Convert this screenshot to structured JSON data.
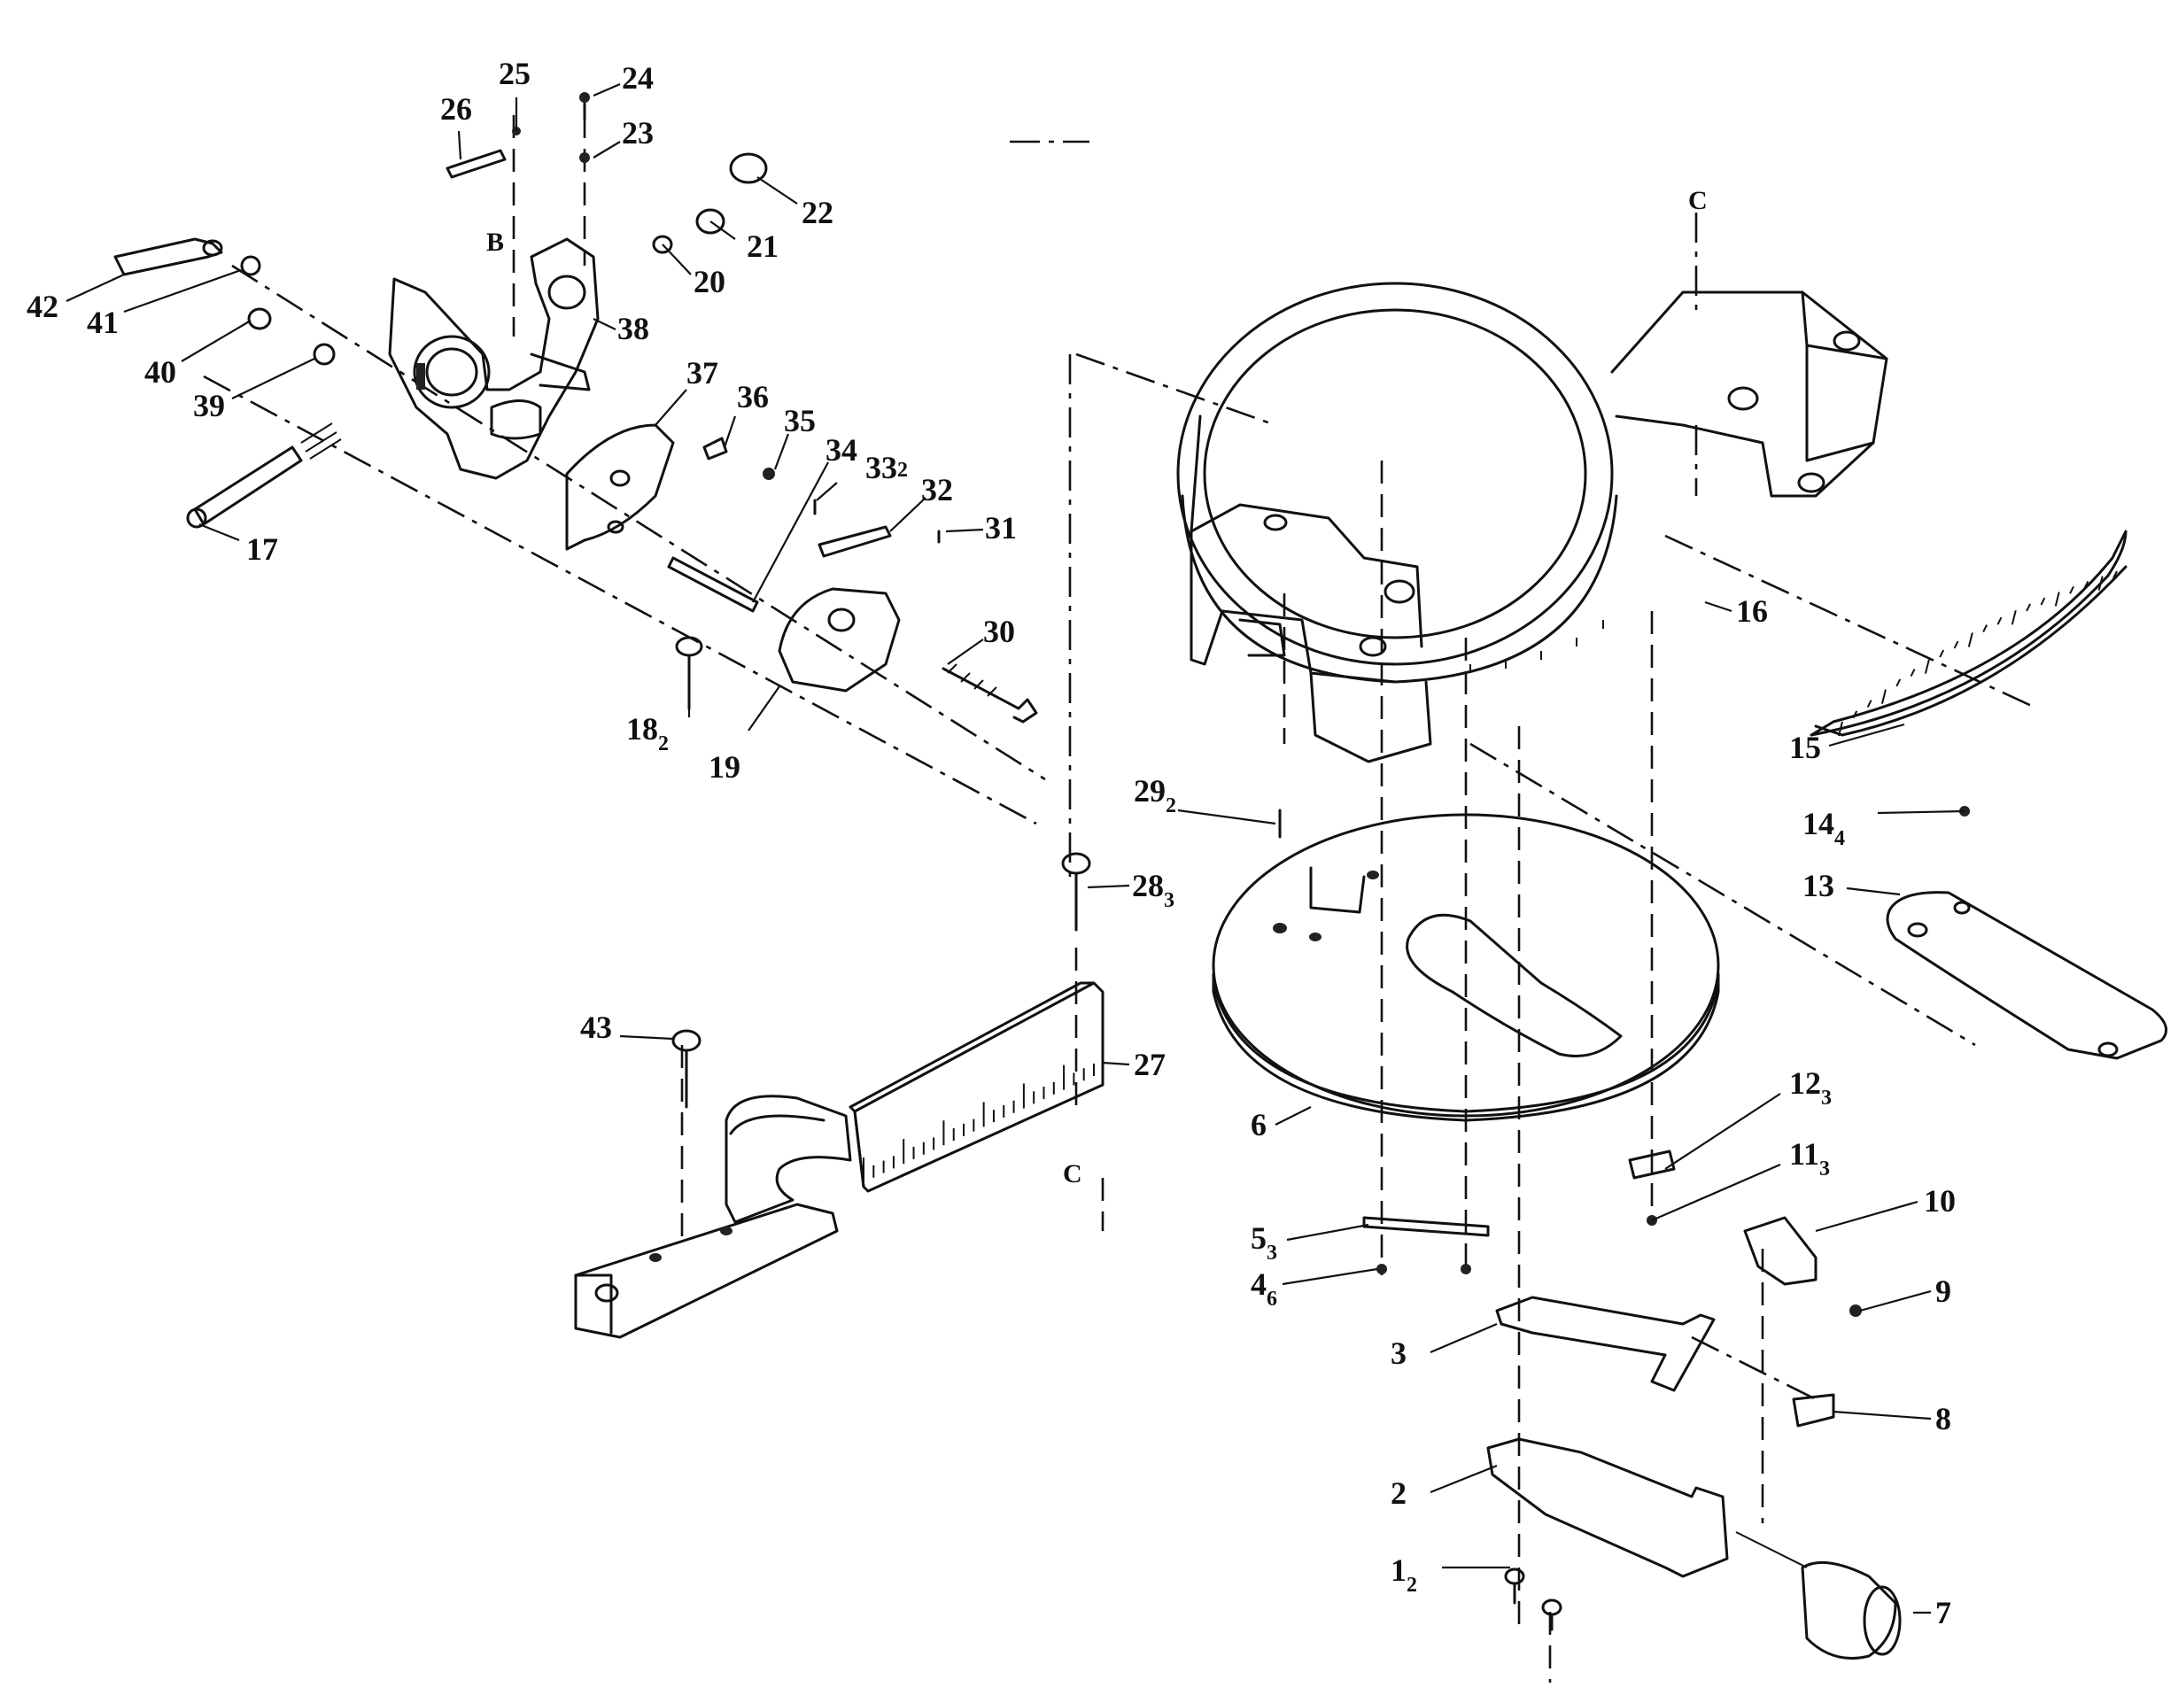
{
  "callouts": [
    {
      "id": "c1",
      "num": "1",
      "sub": "2"
    },
    {
      "id": "c2",
      "num": "2",
      "sub": ""
    },
    {
      "id": "c3",
      "num": "3",
      "sub": ""
    },
    {
      "id": "c4",
      "num": "4",
      "sub": "6"
    },
    {
      "id": "c5",
      "num": "5",
      "sub": "3"
    },
    {
      "id": "c6",
      "num": "6",
      "sub": ""
    },
    {
      "id": "c7",
      "num": "7",
      "sub": ""
    },
    {
      "id": "c8",
      "num": "8",
      "sub": ""
    },
    {
      "id": "c9",
      "num": "9",
      "sub": ""
    },
    {
      "id": "c10",
      "num": "10",
      "sub": ""
    },
    {
      "id": "c11",
      "num": "11",
      "sub": "3"
    },
    {
      "id": "c12",
      "num": "12",
      "sub": "3"
    },
    {
      "id": "c13",
      "num": "13",
      "sub": ""
    },
    {
      "id": "c14",
      "num": "14",
      "sub": "4"
    },
    {
      "id": "c15",
      "num": "15",
      "sub": ""
    },
    {
      "id": "c16",
      "num": "16",
      "sub": ""
    },
    {
      "id": "c17",
      "num": "17",
      "sub": ""
    },
    {
      "id": "c18",
      "num": "18",
      "sub": "2"
    },
    {
      "id": "c19",
      "num": "19",
      "sub": ""
    },
    {
      "id": "c20",
      "num": "20",
      "sub": ""
    },
    {
      "id": "c21",
      "num": "21",
      "sub": ""
    },
    {
      "id": "c22",
      "num": "22",
      "sub": ""
    },
    {
      "id": "c23",
      "num": "23",
      "sub": ""
    },
    {
      "id": "c24",
      "num": "24",
      "sub": ""
    },
    {
      "id": "c25",
      "num": "25",
      "sub": ""
    },
    {
      "id": "c26",
      "num": "26",
      "sub": ""
    },
    {
      "id": "c27",
      "num": "27",
      "sub": ""
    },
    {
      "id": "c28",
      "num": "28",
      "sub": "3"
    },
    {
      "id": "c29",
      "num": "29",
      "sub": "2"
    },
    {
      "id": "c30",
      "num": "30",
      "sub": ""
    },
    {
      "id": "c31",
      "num": "31",
      "sub": ""
    },
    {
      "id": "c32",
      "num": "32",
      "sub": ""
    },
    {
      "id": "c33",
      "num": "33",
      "sub": "2"
    },
    {
      "id": "c34",
      "num": "34",
      "sub": ""
    },
    {
      "id": "c35",
      "num": "35",
      "sub": ""
    },
    {
      "id": "c36",
      "num": "36",
      "sub": ""
    },
    {
      "id": "c37",
      "num": "37",
      "sub": ""
    },
    {
      "id": "c38",
      "num": "38",
      "sub": ""
    },
    {
      "id": "c39",
      "num": "39",
      "sub": ""
    },
    {
      "id": "c40",
      "num": "40",
      "sub": ""
    },
    {
      "id": "c41",
      "num": "41",
      "sub": ""
    },
    {
      "id": "c42",
      "num": "42",
      "sub": ""
    },
    {
      "id": "c43",
      "num": "43",
      "sub": ""
    }
  ],
  "axis_labels": {
    "b": "B",
    "c_top": "C",
    "c_bottom": "C"
  }
}
